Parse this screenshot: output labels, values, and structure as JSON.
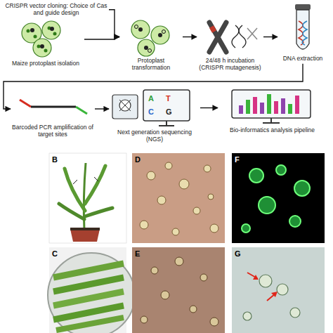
{
  "diagram": {
    "nodes": [
      {
        "text": [
          "CRISPR vector cloning: Choice of Cas and guide design"
        ]
      },
      {
        "text": [
          "Maize protoplast isolation"
        ]
      },
      {
        "text": [
          "Protoplast transformation"
        ]
      },
      {
        "text": [
          "24/48 h incubation (CRISPR mutagenesis)"
        ]
      },
      {
        "text": [
          "DNA extraction"
        ]
      },
      {
        "text": [
          "Barcoded PCR amplification of target sites"
        ]
      },
      {
        "text": [
          "Next generation sequencing (NGS)"
        ]
      },
      {
        "text": [
          "Bio-informatics analysis pipeline"
        ]
      }
    ],
    "edges": [
      {
        "from": 0,
        "to": 2,
        "arrow": "to"
      },
      {
        "from": 1,
        "to": 2,
        "arrow": "to"
      },
      {
        "from": 2,
        "to": 3,
        "arrow": "to"
      },
      {
        "from": 3,
        "to": 4,
        "arrow": "to"
      },
      {
        "from": 4,
        "to": 5,
        "arrow": "to"
      },
      {
        "from": 5,
        "to": 6,
        "arrow": "to"
      },
      {
        "from": 6,
        "to": 7,
        "arrow": "to"
      }
    ],
    "labels": [
      "A",
      "T",
      "C",
      "G",
      "B",
      "C",
      "D",
      "E",
      "F",
      "G"
    ]
  }
}
